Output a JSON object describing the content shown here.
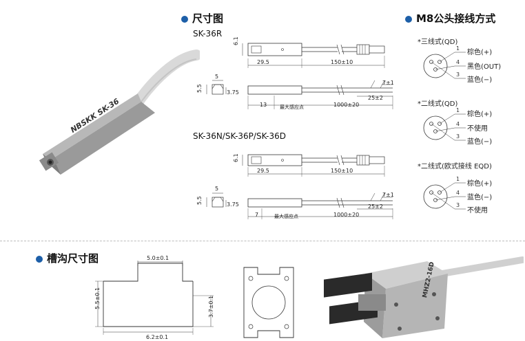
{
  "sections": {
    "dimensions_title": "尺寸图",
    "m8_title": "M8公头接线方式",
    "groove_title": "槽沟尺寸图"
  },
  "models": {
    "top": "SK-36R",
    "bottom": "SK-36N/SK-36P/SK-36D"
  },
  "sensor_label": "NBSKK SK-36",
  "dims": {
    "h61": "6.1",
    "len295": "29.5",
    "cable150": "150±10",
    "w5": "5",
    "h55": "5.5",
    "h375": "3.75",
    "w7": "7±1",
    "w25": "25±2",
    "d13": "13",
    "d1000": "1000±20",
    "d7": "7",
    "sense_pt": "最大感应点"
  },
  "wiring": {
    "three_wire": {
      "title": "*三线式(QD)",
      "pins": [
        "1",
        "4",
        "3"
      ],
      "labels": [
        "棕色(+)",
        "黑色(OUT)",
        "蓝色(−)"
      ]
    },
    "two_wire": {
      "title": "*二线式(QD)",
      "pins": [
        "1",
        "4",
        "3"
      ],
      "labels": [
        "棕色(+)",
        "不使用",
        "蓝色(−)"
      ]
    },
    "two_wire_eqd": {
      "title": "*二线式(欧式接线 EQD)",
      "pins": [
        "1",
        "4",
        "3"
      ],
      "labels": [
        "棕色(+)",
        "蓝色(−)",
        "不使用"
      ]
    }
  },
  "groove": {
    "top_w": "5.0±0.1",
    "left_h": "5.5±0.1",
    "right_h": "3.7±0.1",
    "bottom_w": "6.2±0.1"
  },
  "gripper_label": "MHZ2-16D"
}
